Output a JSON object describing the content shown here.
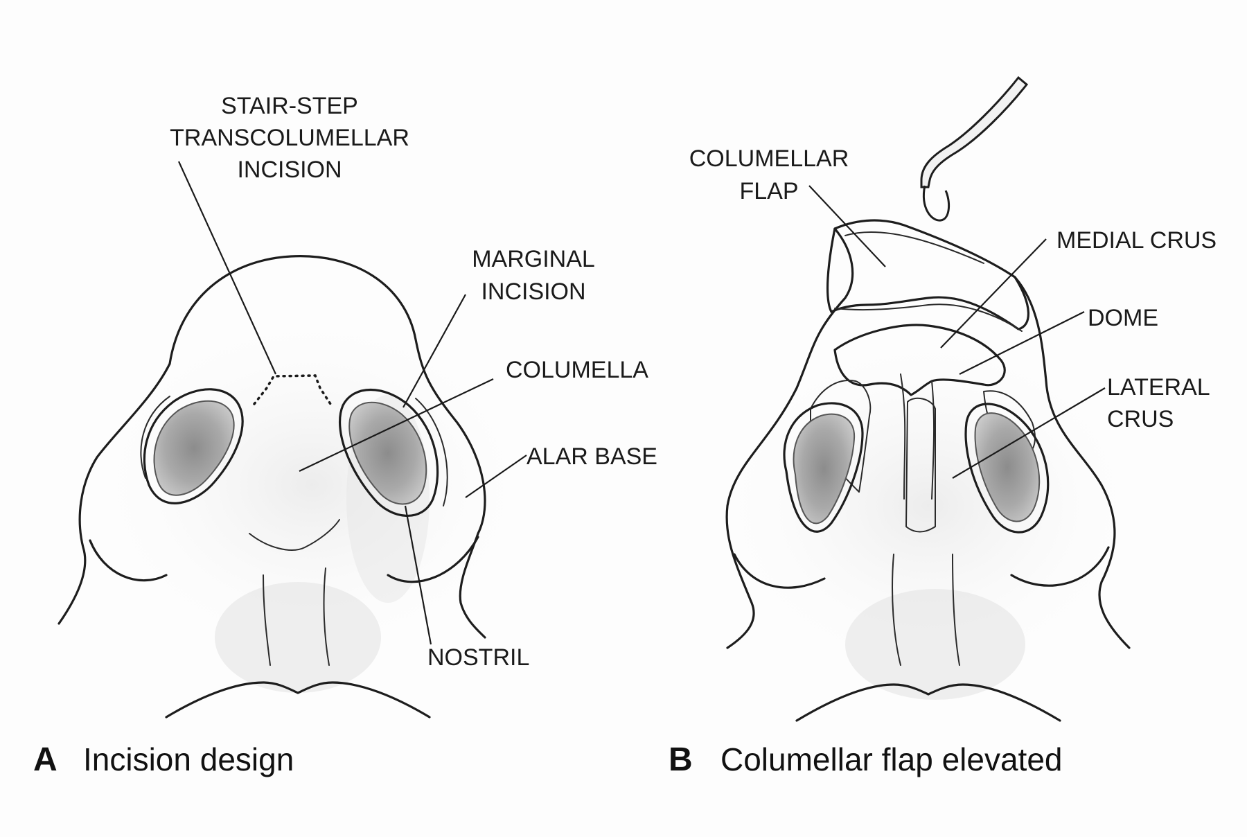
{
  "panel_a": {
    "letter": "A",
    "caption": "Incision design",
    "labels": {
      "stair_step_1": "STAIR-STEP",
      "stair_step_2": "TRANSCOLUMELLAR",
      "stair_step_3": "INCISION",
      "marginal_1": "MARGINAL",
      "marginal_2": "INCISION",
      "columella": "COLUMELLA",
      "alar_base": "ALAR BASE",
      "nostril": "NOSTRIL"
    }
  },
  "panel_b": {
    "letter": "B",
    "caption": "Columellar flap elevated",
    "labels": {
      "flap_1": "COLUMELLAR",
      "flap_2": "FLAP",
      "medial_crus": "MEDIAL CRUS",
      "dome": "DOME",
      "lateral_1": "LATERAL",
      "lateral_2": "CRUS"
    }
  }
}
